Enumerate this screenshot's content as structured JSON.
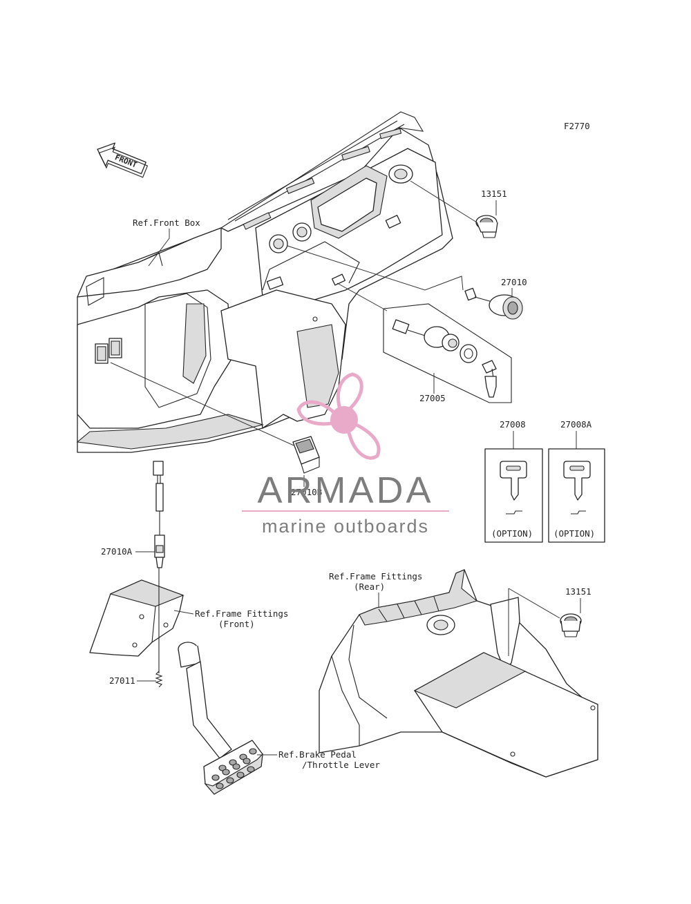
{
  "diagram_code": "F2770",
  "front_arrow": "FRONT",
  "watermark": {
    "brand": "ARMADA",
    "tagline": "marine outboards",
    "logo_color": "#e9a9c9",
    "text_color": "#7d7d7d",
    "rule_color": "#e9a9c9"
  },
  "labels": {
    "ref_front_box": "Ref.Front Box",
    "p13151_top": "13151",
    "p27010": "27010",
    "p27005": "27005",
    "p27008": "27008",
    "p27008a": "27008A",
    "option_1": "(OPTION)",
    "option_2": "(OPTION)",
    "p27010b": "27010B",
    "p27010a": "27010A",
    "ref_frame_front_l1": "Ref.Frame Fittings",
    "ref_frame_front_l2": "(Front)",
    "p27011": "27011",
    "ref_frame_rear_l1": "Ref.Frame Fittings",
    "ref_frame_rear_l2": "(Rear)",
    "p13151_bottom": "13151",
    "ref_brake_l1": "Ref.Brake Pedal",
    "ref_brake_l2": "/Throttle Lever"
  }
}
